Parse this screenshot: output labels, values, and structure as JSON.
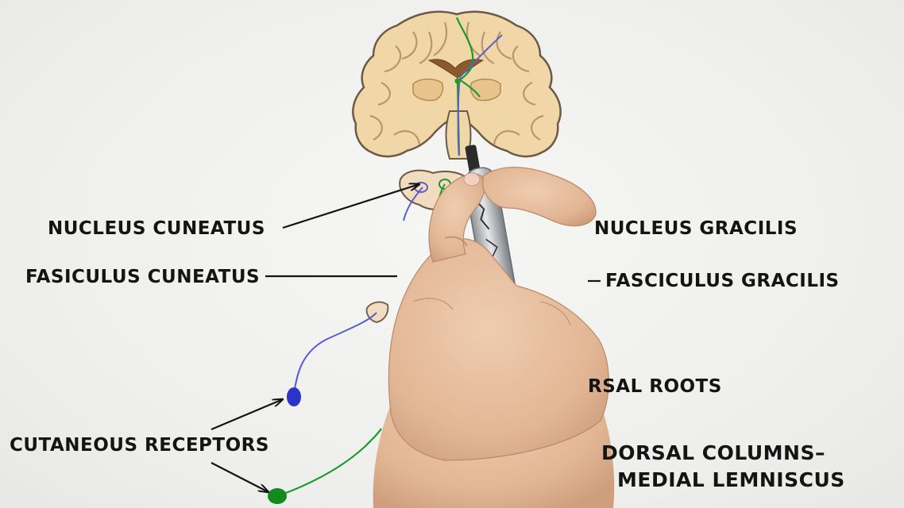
{
  "labels": {
    "nucleus_cuneatus": "NUCLEUS CUNEATUS",
    "fasiculus_cuneatus": "FASICULUS CUNEATUS",
    "nucleus_gracilis": "NUCLEUS GRACILIS",
    "fasciculus_gracilis": "FASCICULUS GRACILIS",
    "dorsal_roots": "RSAL ROOTS",
    "cutaneous_receptors": "CUTANEOUS RECEPTORS",
    "title_line1": "DORSAL COLUMNS–",
    "title_line2": "MEDIAL LEMNISCUS"
  },
  "colors": {
    "background": "#efefed",
    "brain_fill": "#f1d6a8",
    "brain_outline": "#6b5a45",
    "pathway_blue": "#5b5fc7",
    "pathway_green": "#1a9a2a",
    "receptor_blue": "#2b33c9",
    "receptor_green": "#128a1e",
    "skin": "#e9c3a4",
    "marker_body": "#c9cbcd"
  },
  "icons": [
    "hand-with-marker-icon",
    "brain-cross-section-icon"
  ]
}
